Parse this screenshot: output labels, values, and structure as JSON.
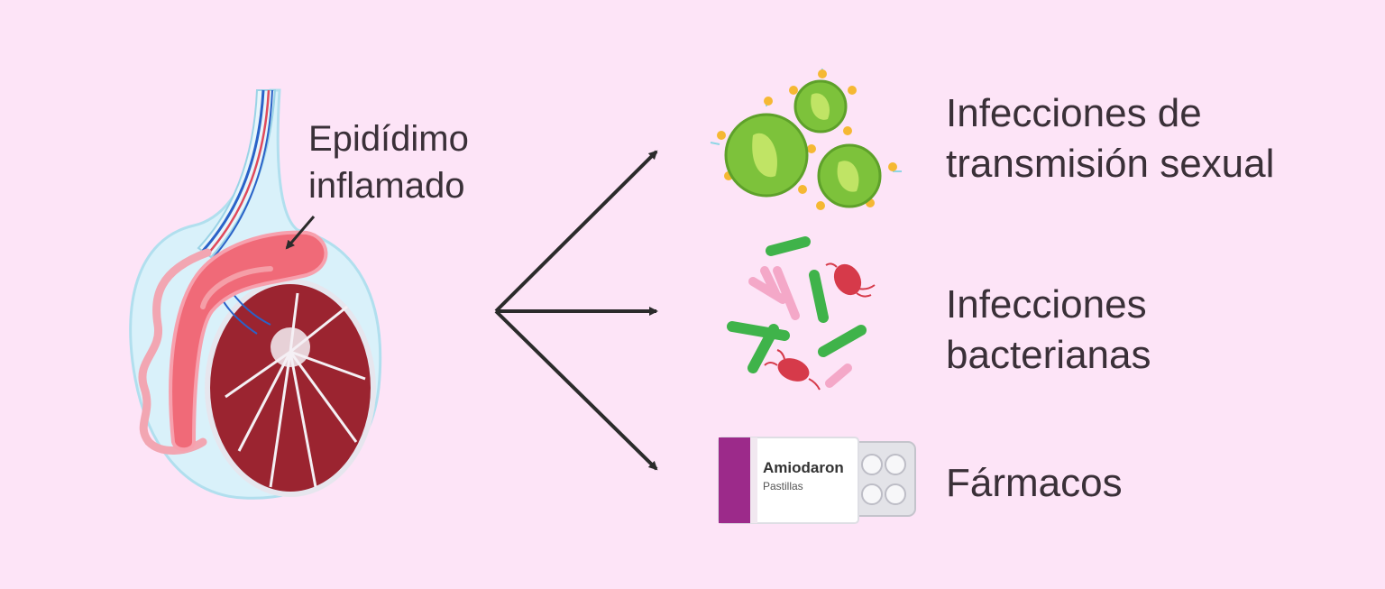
{
  "diagram": {
    "organ_label": {
      "line1": "Epidídimo",
      "line2": "inflamado"
    },
    "causes": [
      {
        "line1": "Infecciones de",
        "line2": "transmisión sexual",
        "icon": "virus-icon"
      },
      {
        "line1": "Infecciones",
        "line2": "bacterianas",
        "icon": "bacteria-icon"
      },
      {
        "line1": "Fármacos",
        "line2": "",
        "icon": "pill-box-icon"
      }
    ],
    "pill_box": {
      "brand": "Amiodaron",
      "subtitle": "Pastillas"
    }
  },
  "colors": {
    "background": "#fde4f7",
    "epididymis": "#f06a78",
    "testis": "#9b2430",
    "virus": "#7dc23b",
    "bacteria_green": "#3fb34a",
    "bacteria_pink": "#f4a8c8",
    "bacteria_red": "#d63a4a",
    "box_accent": "#9c2a8a",
    "arrow": "#2b2b2b"
  }
}
